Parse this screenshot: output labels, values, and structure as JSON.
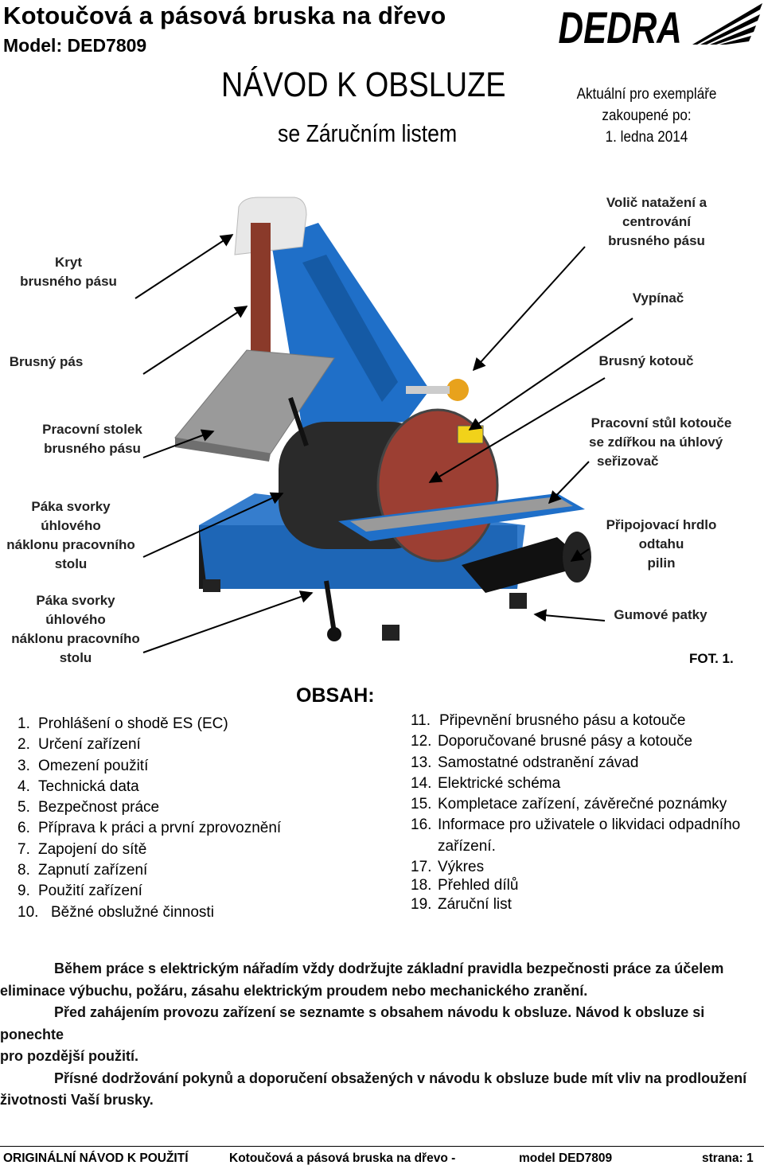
{
  "header": {
    "title": "Kotoučová a pásová bruska na dřevo",
    "model": "Model: DED7809",
    "manual_title": "NÁVOD K OBSLUZE",
    "manual_subtitle": "se Záručním listem",
    "valid_line1": "Aktuální pro exempláře",
    "valid_line2": "zakoupené po:",
    "valid_line3": "1. ledna 2014",
    "logo_text": "DEDRA"
  },
  "figure": {
    "caption": "FOT. 1.",
    "labels_left": [
      {
        "lines": [
          "Kryt",
          "brusného pásu"
        ]
      },
      {
        "lines": [
          "Brusný pás"
        ]
      },
      {
        "lines": [
          "Pracovní stolek",
          "brusného pásu"
        ]
      },
      {
        "lines": [
          "Páka svorky úhlového",
          "náklonu pracovního",
          "stolu"
        ]
      },
      {
        "lines": [
          "Páka svorky úhlového",
          "náklonu pracovního",
          "stolu"
        ]
      }
    ],
    "labels_right": [
      {
        "lines": [
          "Volič natažení a",
          "centrování",
          "brusného pásu"
        ]
      },
      {
        "lines": [
          "Vypínač"
        ]
      },
      {
        "lines": [
          "Brusný kotouč"
        ]
      },
      {
        "lines": [
          "Pracovní stůl kotouče",
          "se zdířkou na úhlový",
          "seřizovač"
        ]
      },
      {
        "lines": [
          "Připojovací hrdlo odtahu",
          "pilin"
        ]
      },
      {
        "lines": [
          "Gumové patky"
        ]
      }
    ],
    "colors": {
      "machine_blue": "#1f6fc8",
      "belt": "#8a3a2a",
      "disc": "#9c3f33",
      "motor": "#2a2a2a"
    }
  },
  "contents": {
    "heading": "OBSAH:",
    "left": [
      {
        "num": "1.",
        "text": "Prohlášení o shodě ES (EC)"
      },
      {
        "num": "2.",
        "text": "Určení zařízení"
      },
      {
        "num": "3.",
        "text": "Omezení použití"
      },
      {
        "num": "4.",
        "text": "Technická data"
      },
      {
        "num": "5.",
        "text": "Bezpečnost práce"
      },
      {
        "num": "6.",
        "text": "Příprava k práci a první zprovoznění"
      },
      {
        "num": "7.",
        "text": "Zapojení do sítě"
      },
      {
        "num": "8.",
        "text": "Zapnutí zařízení"
      },
      {
        "num": "9.",
        "text": "Použití zařízení"
      },
      {
        "num": "10.",
        "text": "Běžné obslužné činnosti"
      }
    ],
    "right": [
      {
        "num": "11.",
        "text": "Připevnění brusného pásu a kotouče"
      },
      {
        "num": "12.",
        "text": "Doporučované brusné pásy a kotouče"
      },
      {
        "num": "13.",
        "text": "Samostatné odstranění závad"
      },
      {
        "num": "14.",
        "text": "Elektrické schéma"
      },
      {
        "num": "15.",
        "text": "Kompletace zařízení, závěrečné poznámky"
      },
      {
        "num": "16.",
        "text": "Informace pro uživatele o likvidaci odpadního"
      },
      {
        "num": "",
        "text": "zařízení."
      },
      {
        "num": "17.",
        "text": "Výkres"
      },
      {
        "num": "18.",
        "text": "Přehled dílů"
      },
      {
        "num": "19.",
        "text": "Záruční list"
      }
    ]
  },
  "paragraphs": {
    "p1_line1": "Během práce s elektrickým nářadím vždy dodržujte základní pravidla bezpečnosti práce za účelem",
    "p1_line2": "eliminace výbuchu, požáru, zásahu elektrickým proudem nebo mechanického zranění.",
    "p2_line1": "Před zahájením provozu zařízení se seznamte s obsahem návodu k obsluze. Návod k obsluze si ponechte",
    "p2_line2": "pro pozdější použití.",
    "p3_line1": "Přísné dodržování pokynů a doporučení obsažených v návodu k obsluze bude mít vliv na prodloužení",
    "p3_line2": "životnosti Vaší brusky."
  },
  "footer": {
    "left": "ORIGINÁLNÍ NÁVOD K POUŽITÍ",
    "center": "Kotoučová a pásová bruska na dřevo -",
    "model": "model DED7809",
    "page": "strana: 1"
  }
}
